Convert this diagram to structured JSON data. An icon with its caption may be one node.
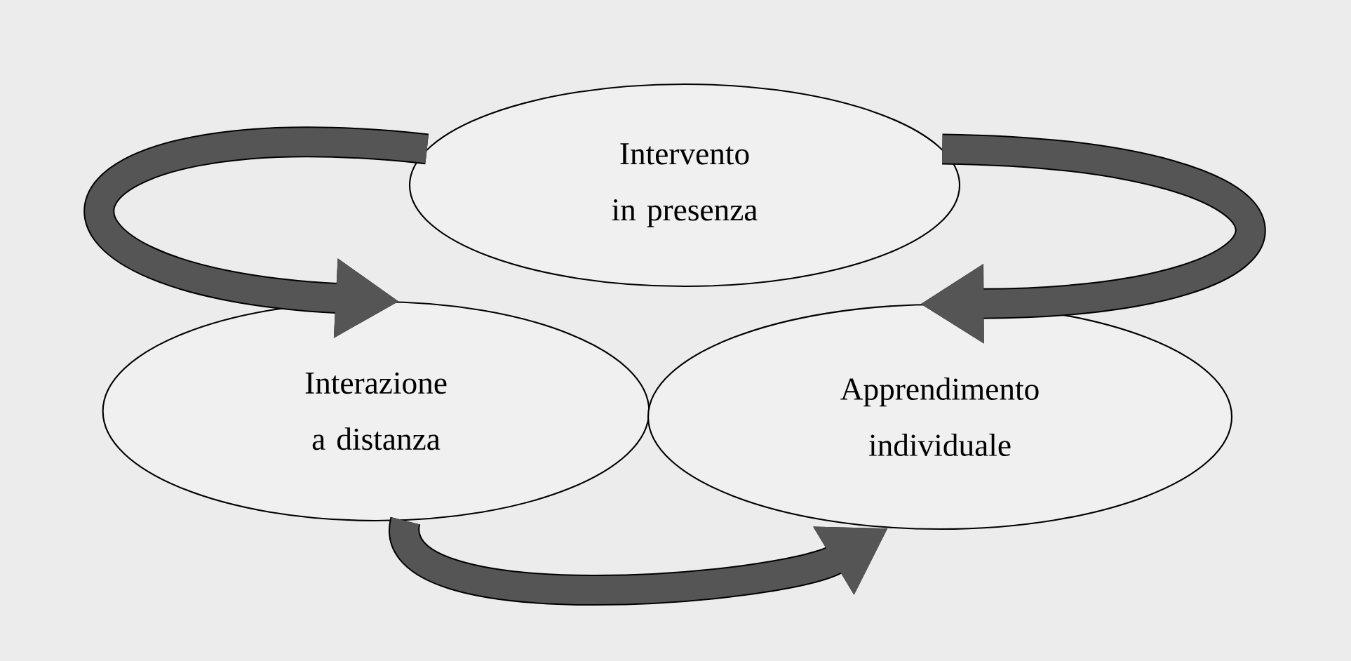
{
  "diagram": {
    "nodes": [
      {
        "text": [
          "Intervento in presenza"
        ]
      },
      {
        "text": [
          "Interazione a distanza"
        ]
      },
      {
        "text": [
          "Apprendimento individuale"
        ]
      }
    ],
    "edges": [
      {
        "from": 0,
        "to": 1,
        "arrow": "to"
      },
      {
        "from": 0,
        "to": 2,
        "arrow": "to"
      },
      {
        "from": 1,
        "to": 2,
        "arrow": "to"
      }
    ]
  }
}
